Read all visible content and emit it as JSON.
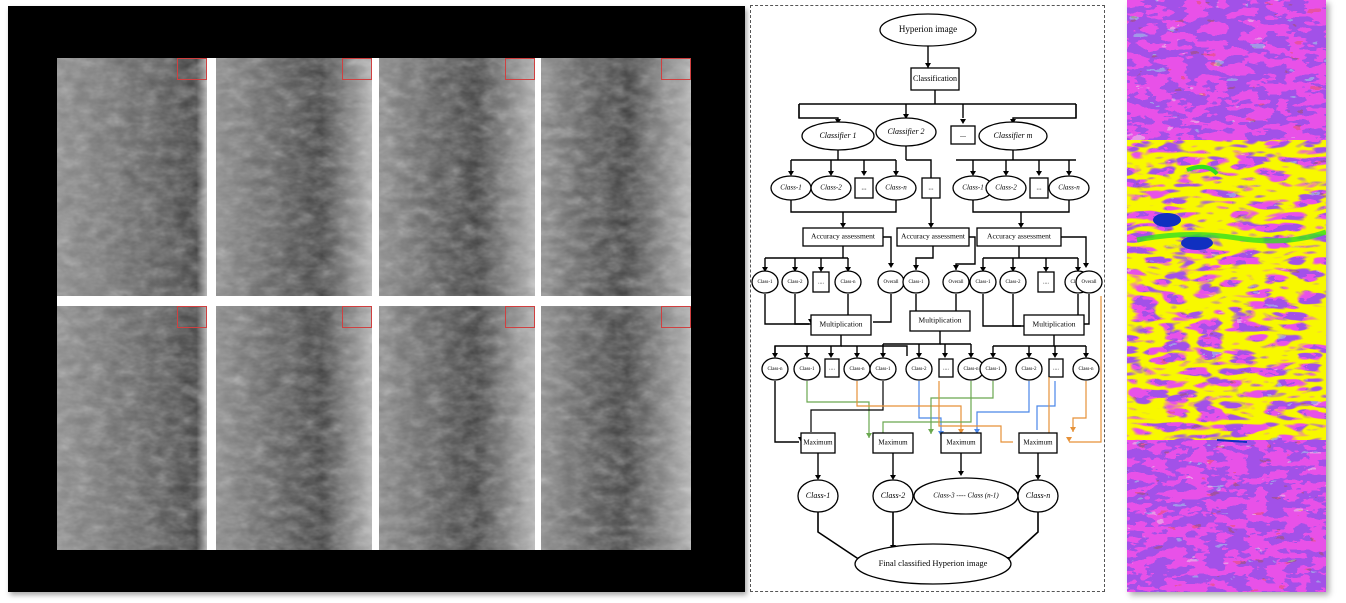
{
  "thumbnail_grid": {
    "rows": 2,
    "columns": 4,
    "roi_marker_color": "#d04040"
  },
  "diagram": {
    "input": "Hyperion image",
    "classification": "Classification",
    "classifiers": [
      "Classifier 1",
      "Classifier 2",
      "Classifier m"
    ],
    "ellipsis": "...",
    "group_classes_a": [
      "Class-1",
      "Class-2",
      "Class-n"
    ],
    "group_classes_c": [
      "Class-1",
      "Class-2",
      "Class-n"
    ],
    "accuracy_assessment": "Accuracy assessment",
    "accuracy_items": [
      "Class-1",
      "Class-2",
      "....",
      "Class-n",
      "Overall"
    ],
    "multiplication": "Multiplication",
    "weighted_classes": [
      "Class-1",
      "Class-2",
      "....",
      "Class-n"
    ],
    "maximum": "Maximum",
    "outputs": [
      "Class-1",
      "Class-2",
      "Class-3  ----  Class (n-1)",
      "Class-n"
    ],
    "final": "Final classified Hyperion image",
    "arrow_colors": [
      "#6aa84f",
      "#4a86e8",
      "#e69138"
    ]
  },
  "map": {
    "legend_colors": [
      "#e070e0",
      "#9040e0",
      "#f0f000",
      "#30e020",
      "#1030c0"
    ]
  }
}
